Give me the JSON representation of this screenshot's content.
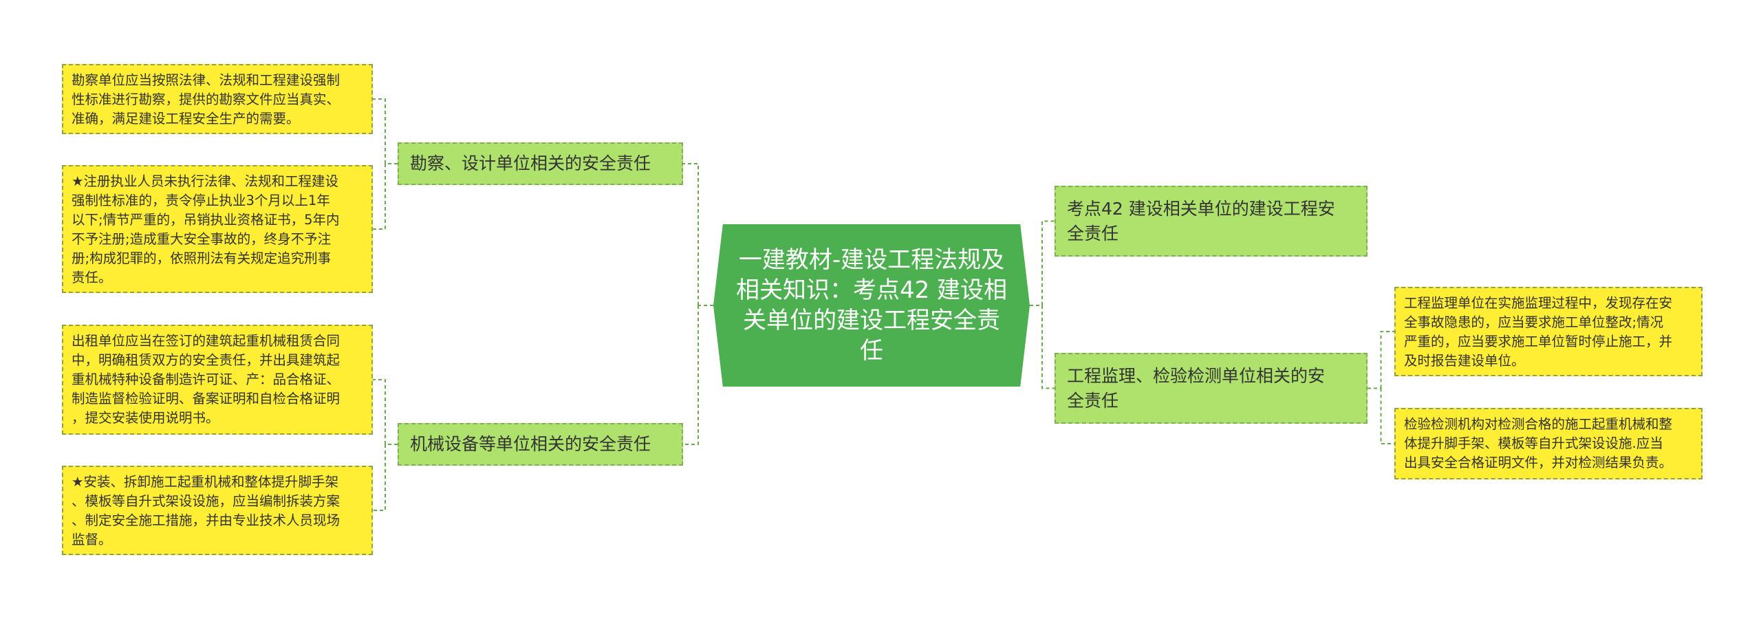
{
  "root": {
    "text": "一建教材-建设工程法规及\n相关知识：考点42 建设相\n关单位的建设工程安全责\n任",
    "color": "#4caf50"
  },
  "left_branches": [
    {
      "label": "勘察、设计单位相关的安全责任",
      "leaves": [
        "勘察单位应当按照法律、法规和工程建设强制\n性标准进行勘察，提供的勘察文件应当真实、\n准确，满足建设工程安全生产的需要。",
        "★注册执业人员未执行法律、法规和工程建设\n强制性标准的，责令停止执业3个月以上1年\n以下;情节严重的，吊销执业资格证书，5年内\n不予注册;造成重大安全事故的，终身不予注\n册;构成犯罪的，依照刑法有关规定追究刑事\n责任。"
      ]
    },
    {
      "label": "机械设备等单位相关的安全责任",
      "leaves": [
        "出租单位应当在签订的建筑起重机械租赁合同\n中，明确租赁双方的安全责任，并出具建筑起\n重机械特种设备制造许可证、产：品合格证、\n制造监督检验证明、备案证明和自检合格证明\n，提交安装使用说明书。",
        "★安装、拆卸施工起重机械和整体提升脚手架\n、模板等自升式架设设施，应当编制拆装方案\n、制定安全施工措施，并由专业技术人员现场\n监督。"
      ]
    }
  ],
  "right_branches": [
    {
      "label": "考点42 建设相关单位的建设工程安\n全责任",
      "leaves": []
    },
    {
      "label": "工程监理、检验检测单位相关的安\n全责任",
      "leaves": [
        "工程监理单位在实施监理过程中，发现存在安\n全事故隐患的，应当要求施工单位整改;情况\n严重的，应当要求施工单位暂时停止施工，并\n及时报告建设单位。",
        "检验检测机构对检测合格的施工起重机械和整\n体提升脚手架、模板等自升式架设设施.应当\n出具安全合格证明文件，并对检测结果负责。"
      ]
    }
  ],
  "colors": {
    "leaf_fill": "#ffee33",
    "branch_fill": "#aee26c",
    "connector": "#6aa84f"
  }
}
